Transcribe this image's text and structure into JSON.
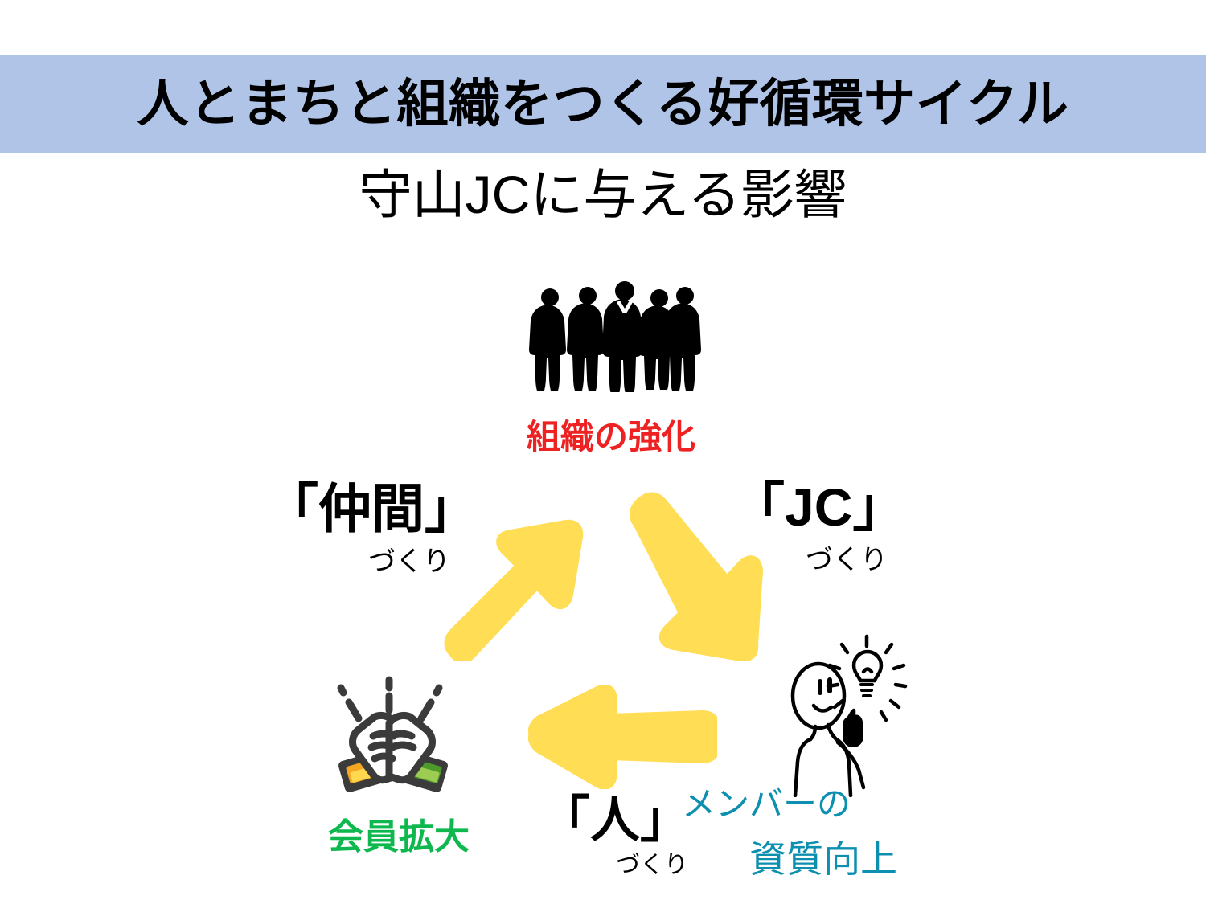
{
  "slide": {
    "title": "人とまちと組織をつくる好循環サイクル",
    "subtitle": "守山JCに与える影響",
    "banner_color": "#b0c4e8",
    "background_color": "#ffffff"
  },
  "diagram": {
    "type": "cycle",
    "direction": "clockwise",
    "arrow_color": "#ffdd55",
    "nodes": [
      {
        "id": "organization",
        "position": "top",
        "icon": "people-silhouette-icon",
        "label": "組織の強化",
        "label_color": "#ee2222"
      },
      {
        "id": "nakama",
        "position": "left",
        "label_main": "「仲間」",
        "label_sub": "づくり",
        "label_color": "#000000"
      },
      {
        "id": "jc",
        "position": "right",
        "label_main": "「JC」",
        "label_sub": "づくり",
        "label_color": "#000000"
      },
      {
        "id": "member-quality",
        "position": "bottom-right",
        "icon": "idea-person-icon",
        "label_line1": "メンバーの",
        "label_line2": "資質向上",
        "label_color": "#0d8fb0"
      },
      {
        "id": "hito",
        "position": "bottom-center",
        "label_main": "「人」",
        "label_sub": "づくり",
        "label_color": "#000000"
      },
      {
        "id": "membership-growth",
        "position": "bottom-left",
        "icon": "handshake-icon",
        "label": "会員拡大",
        "label_color": "#0fb84f"
      }
    ],
    "arrows": [
      {
        "id": "arrow-up-right",
        "direction": "up-right",
        "from": "nakama",
        "to": "organization"
      },
      {
        "id": "arrow-down-right",
        "direction": "down-right",
        "from": "organization",
        "to": "jc"
      },
      {
        "id": "arrow-left",
        "direction": "left",
        "from": "member-quality",
        "to": "membership-growth"
      }
    ]
  }
}
